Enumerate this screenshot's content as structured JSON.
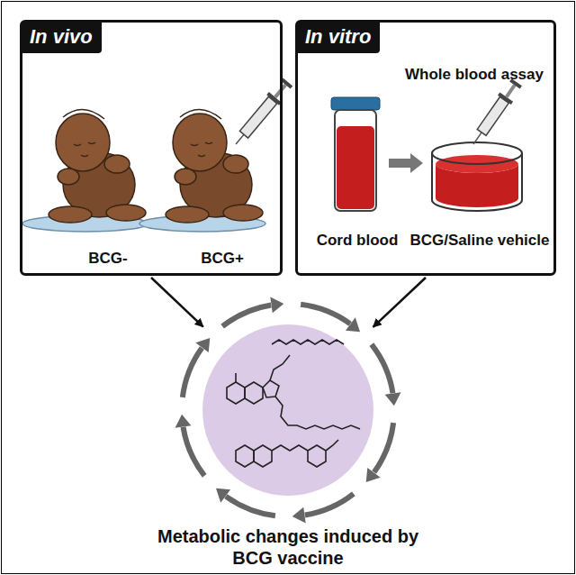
{
  "diagram": {
    "nodes": [
      {
        "text": [
          "In vivo",
          "BCG-",
          "BCG+"
        ]
      },
      {
        "text": [
          "In vitro",
          "Whole blood assay",
          "Cord blood",
          "BCG/Saline vehicle"
        ]
      },
      {
        "text": [
          "Metabolic changes induced by BCG vaccine"
        ]
      }
    ],
    "edges": [
      {
        "from": 0,
        "to": 2,
        "arrow": "to"
      },
      {
        "from": 1,
        "to": 2,
        "arrow": "to"
      }
    ]
  }
}
